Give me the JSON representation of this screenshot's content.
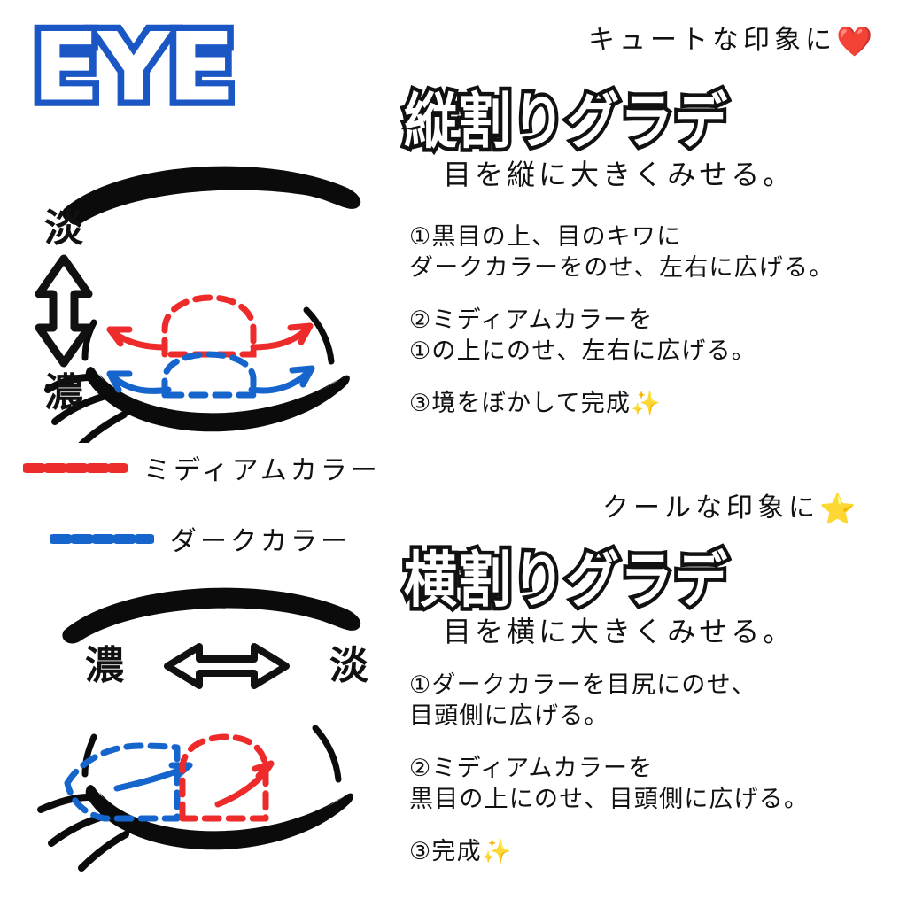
{
  "logo": {
    "text": "EYE",
    "color": "#1A56C4"
  },
  "colors": {
    "medium": "#EE2B2B",
    "dark": "#1565CC",
    "ink": "#111111",
    "sparkle": "#F2C230"
  },
  "legend": {
    "items": [
      {
        "swatch": "dashed-red-line",
        "label": "ミディアムカラー",
        "color": "#EE2B2B"
      },
      {
        "swatch": "dashed-blue-line",
        "label": "ダークカラー",
        "color": "#1565CC"
      }
    ]
  },
  "vertical_axis": {
    "top": "淡",
    "bottom": "濃",
    "arrow": "double-vertical-arrow"
  },
  "horizontal_axis": {
    "left": "濃",
    "right": "淡",
    "arrow": "double-horizontal-arrow"
  },
  "sections": [
    {
      "kicker": "キュートな印象に",
      "kicker_emoji": "❤️",
      "title": "縦割りグラデ",
      "subtitle": "目を縦に大きくみせる。",
      "steps": [
        {
          "lines": [
            "①黒目の上、目のキワに",
            "ダークカラーをのせ、左右に広げる。"
          ],
          "sparkle": ""
        },
        {
          "lines": [
            "②ミディアムカラーを",
            "①の上にのせ、左右に広げる。"
          ],
          "sparkle": ""
        },
        {
          "lines": [
            "③境をぼかして完成"
          ],
          "sparkle": "✨"
        }
      ]
    },
    {
      "kicker": "クールな印象に",
      "kicker_emoji": "⭐",
      "title": "横割りグラデ",
      "subtitle": "目を横に大きくみせる。",
      "steps": [
        {
          "lines": [
            "①ダークカラーを目尻にのせ、",
            "目頭側に広げる。"
          ],
          "sparkle": ""
        },
        {
          "lines": [
            "②ミディアムカラーを",
            "黒目の上にのせ、目頭側に広げる。"
          ],
          "sparkle": ""
        },
        {
          "lines": [
            "③完成"
          ],
          "sparkle": "✨"
        }
      ]
    }
  ],
  "illustrations": [
    {
      "name": "vertical-gradient-eye-diagram"
    },
    {
      "name": "horizontal-gradient-eye-diagram"
    }
  ]
}
